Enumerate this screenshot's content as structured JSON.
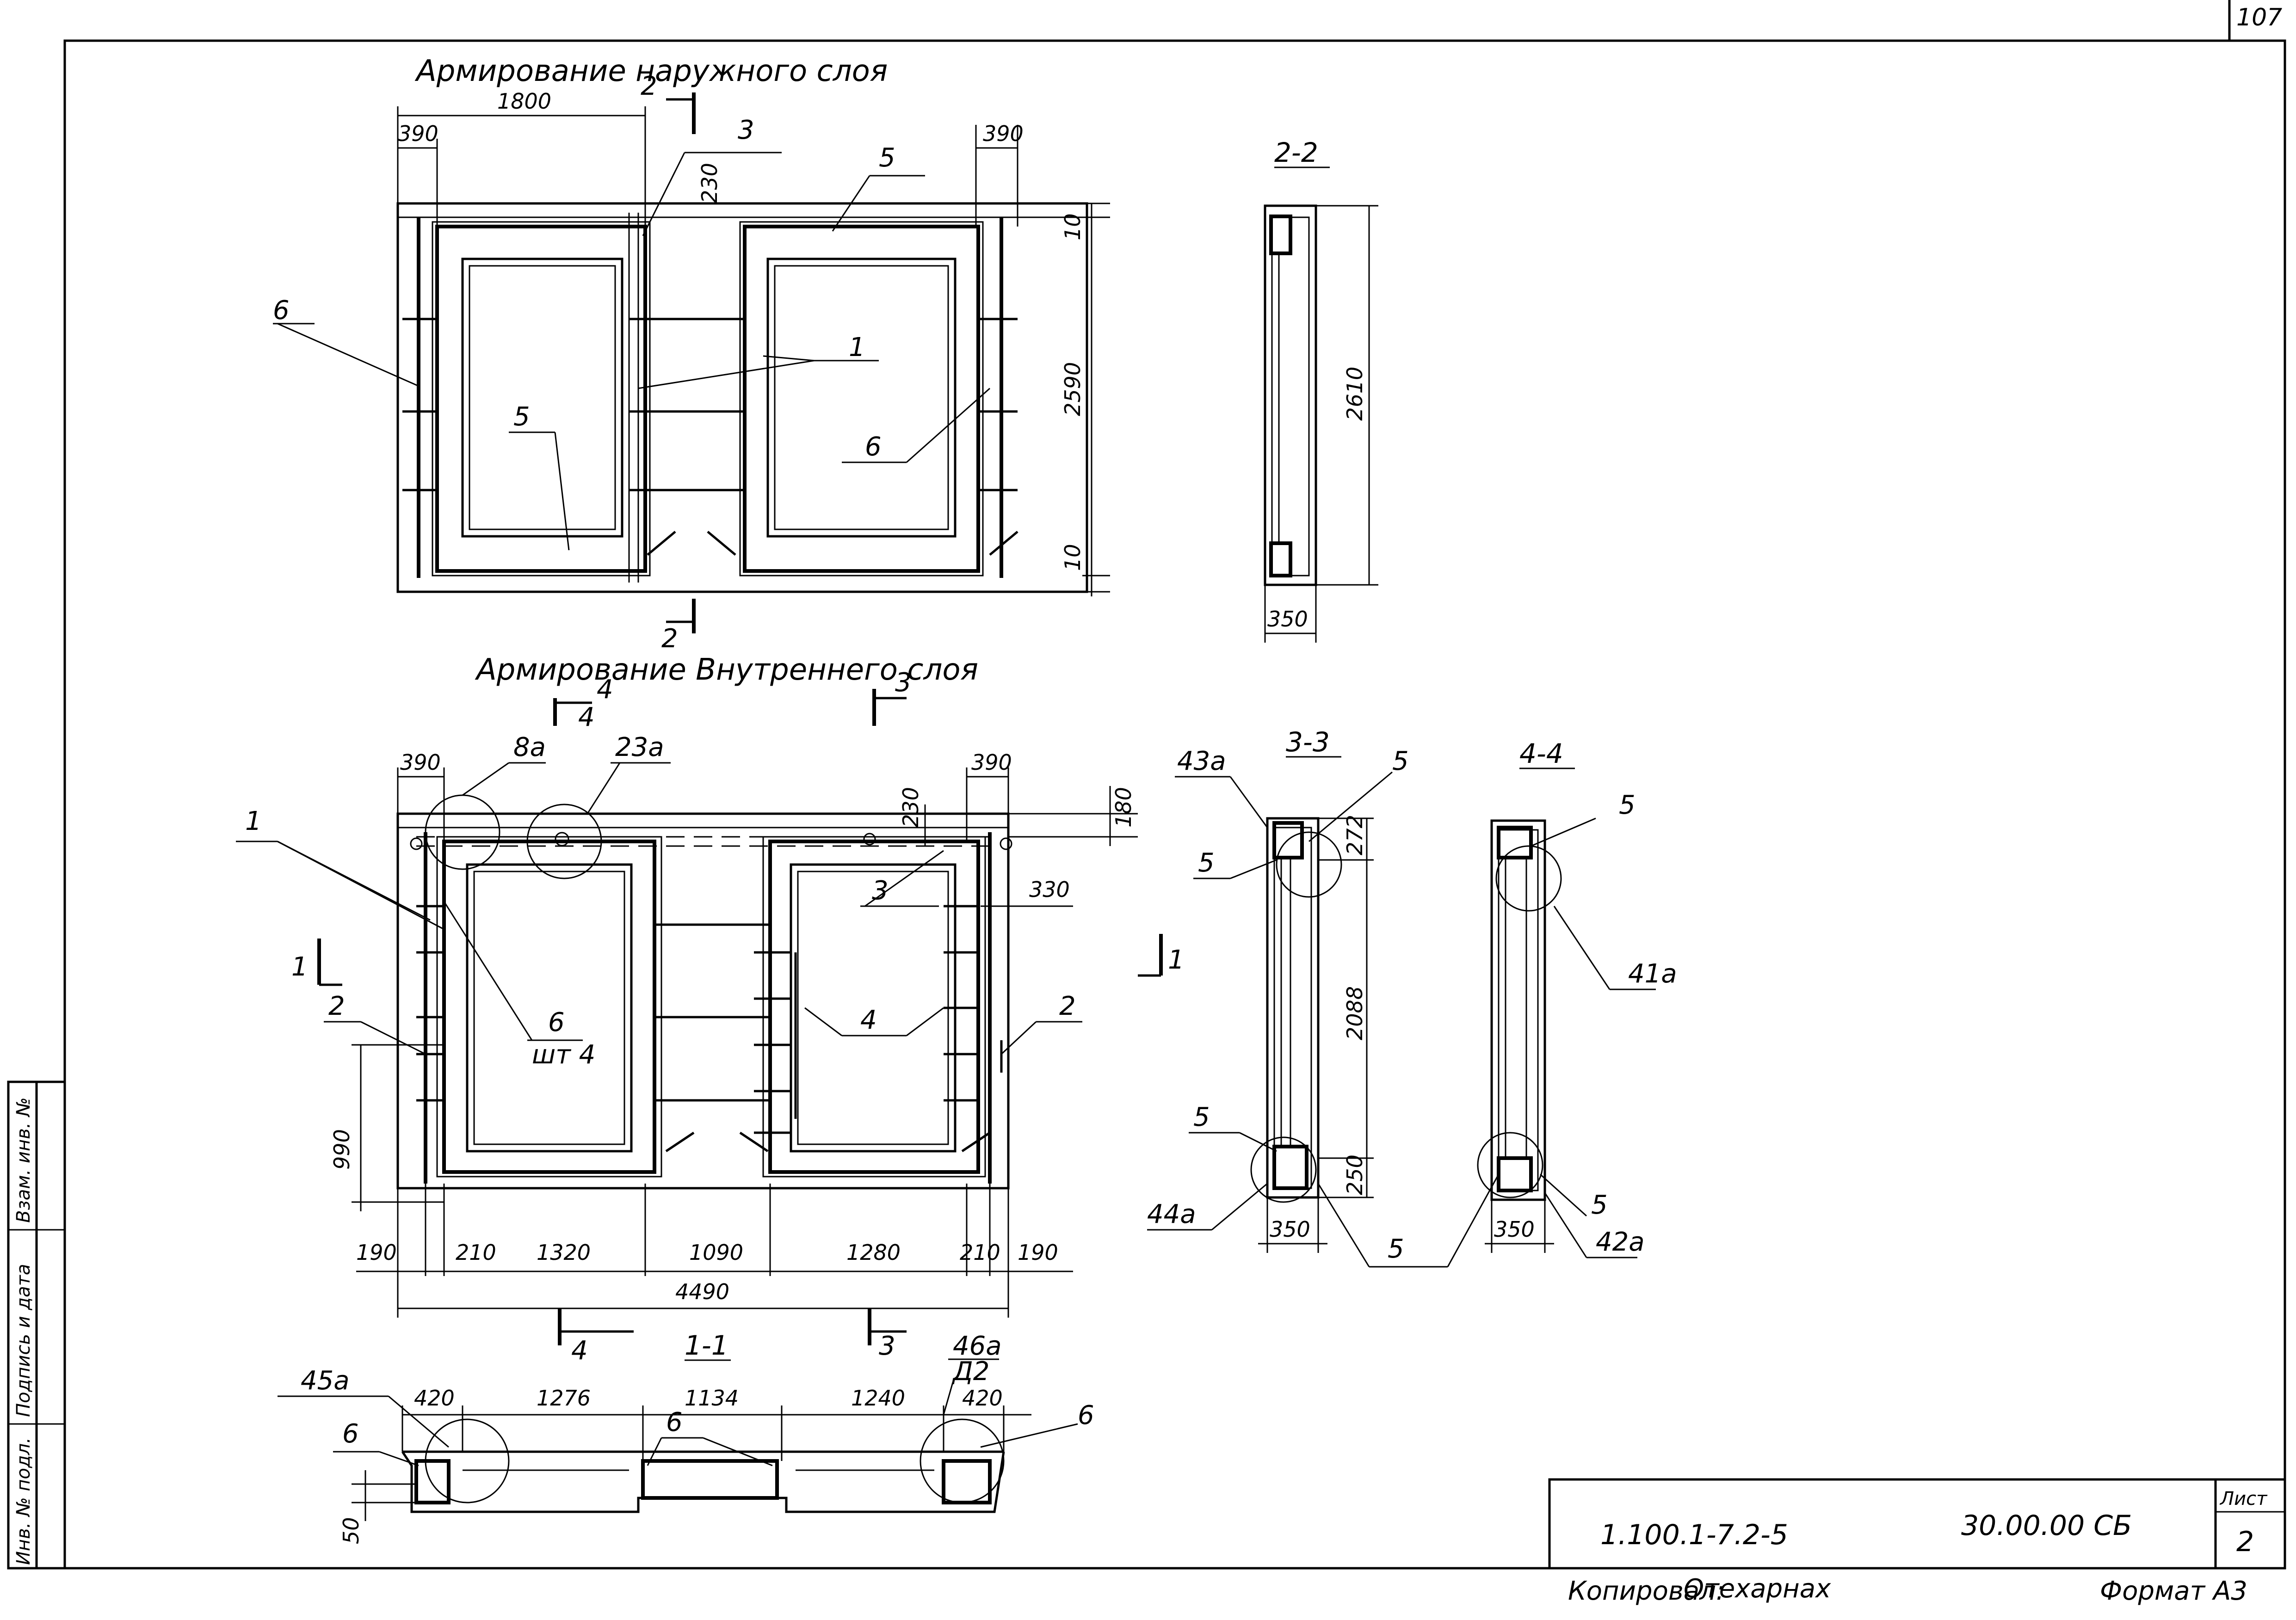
{
  "page_number": "107",
  "views": {
    "outer_title": "Армирование наружного слоя",
    "inner_title": "Армирование Внутреннего слоя",
    "section_2_2": "2-2",
    "section_3_3": "3-3",
    "section_4_4": "4-4",
    "section_1_1": "1-1"
  },
  "dims": {
    "outer": {
      "d1800": "1800",
      "d390a": "390",
      "d390b": "390",
      "d230": "230",
      "d10a": "10",
      "d2590": "2590",
      "d10b": "10"
    },
    "s22": {
      "d2610": "2610",
      "d350": "350"
    },
    "inner": {
      "d390a": "390",
      "d390b": "390",
      "d230": "230",
      "d180": "180",
      "d330": "330",
      "d990": "990",
      "d190a": "190",
      "d210a": "210",
      "d1320": "1320",
      "d1090": "1090",
      "d1280": "1280",
      "d210b": "210",
      "d190b": "190",
      "d4490": "4490"
    },
    "s33": {
      "d272": "272",
      "d2088": "2088",
      "d250": "250",
      "d350": "350"
    },
    "s44": {
      "d350": "350"
    },
    "s11": {
      "d420a": "420",
      "d1276": "1276",
      "d1134": "1134",
      "d1240": "1240",
      "d420b": "420",
      "d50": "50"
    }
  },
  "marks": {
    "outer": {
      "m3": "3",
      "m5a": "5",
      "m6a": "6",
      "m1": "1",
      "m5b": "5",
      "m6b": "6",
      "cut2top": "2",
      "cut2bot": "2"
    },
    "inner": {
      "m8a": "8а",
      "m23a": "23а",
      "m1": "1",
      "m3": "3",
      "m2a": "2",
      "m6": "6",
      "m6count": "шт 4",
      "m4": "4",
      "m2b": "2",
      "cut4a": "4",
      "cut4b": "4",
      "cut3": "3",
      "cut1a": "1",
      "cut1b": "1",
      "cut4c": "4",
      "cut3b": "3"
    },
    "s33": {
      "m43a": "43а",
      "m5a": "5",
      "m5b": "5",
      "m5c": "5",
      "m44a": "44а",
      "m5d": "5"
    },
    "s44": {
      "m5a": "5",
      "m41a": "41а",
      "m5b": "5",
      "m42a": "42а"
    },
    "s11": {
      "m45a": "45а",
      "m46a": "46а",
      "mD2": "Д2",
      "m6a": "6",
      "m6b": "6",
      "m6c": "6"
    }
  },
  "stamp": {
    "code": "1.100.1-7.2-5",
    "number": "30.00.00 СБ",
    "sheet_label": "Лист",
    "sheet_value": "2"
  },
  "side_stamp": {
    "inv_podl": "Инв. № подл.",
    "podpis_data": "Подпись и дата",
    "vzam_inv": "Взам. инв. №"
  },
  "footer": {
    "copied": "Копировал:",
    "copied_sign": "Отехарнах",
    "format": "Формат А3"
  }
}
